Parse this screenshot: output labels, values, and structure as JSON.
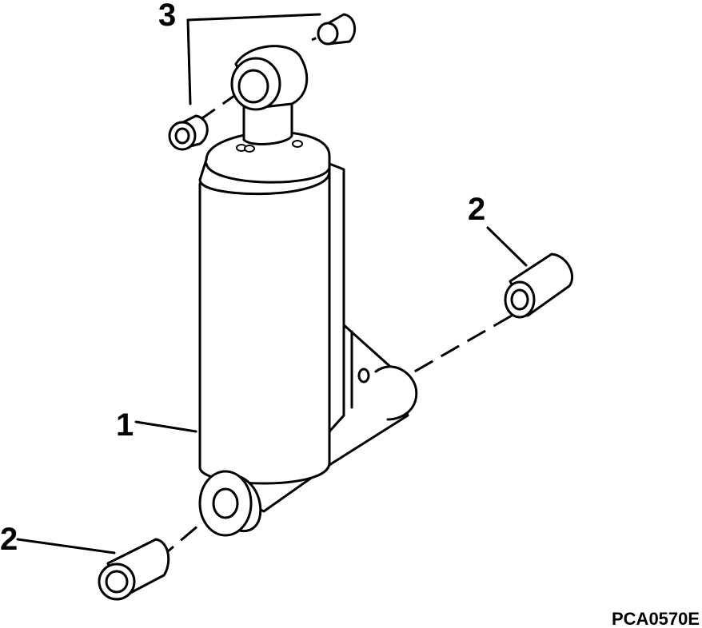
{
  "callouts": {
    "item_1": "1",
    "item_2_right": "2",
    "item_2_left": "2",
    "item_3": "3"
  },
  "figure_code": "PCA0570E"
}
